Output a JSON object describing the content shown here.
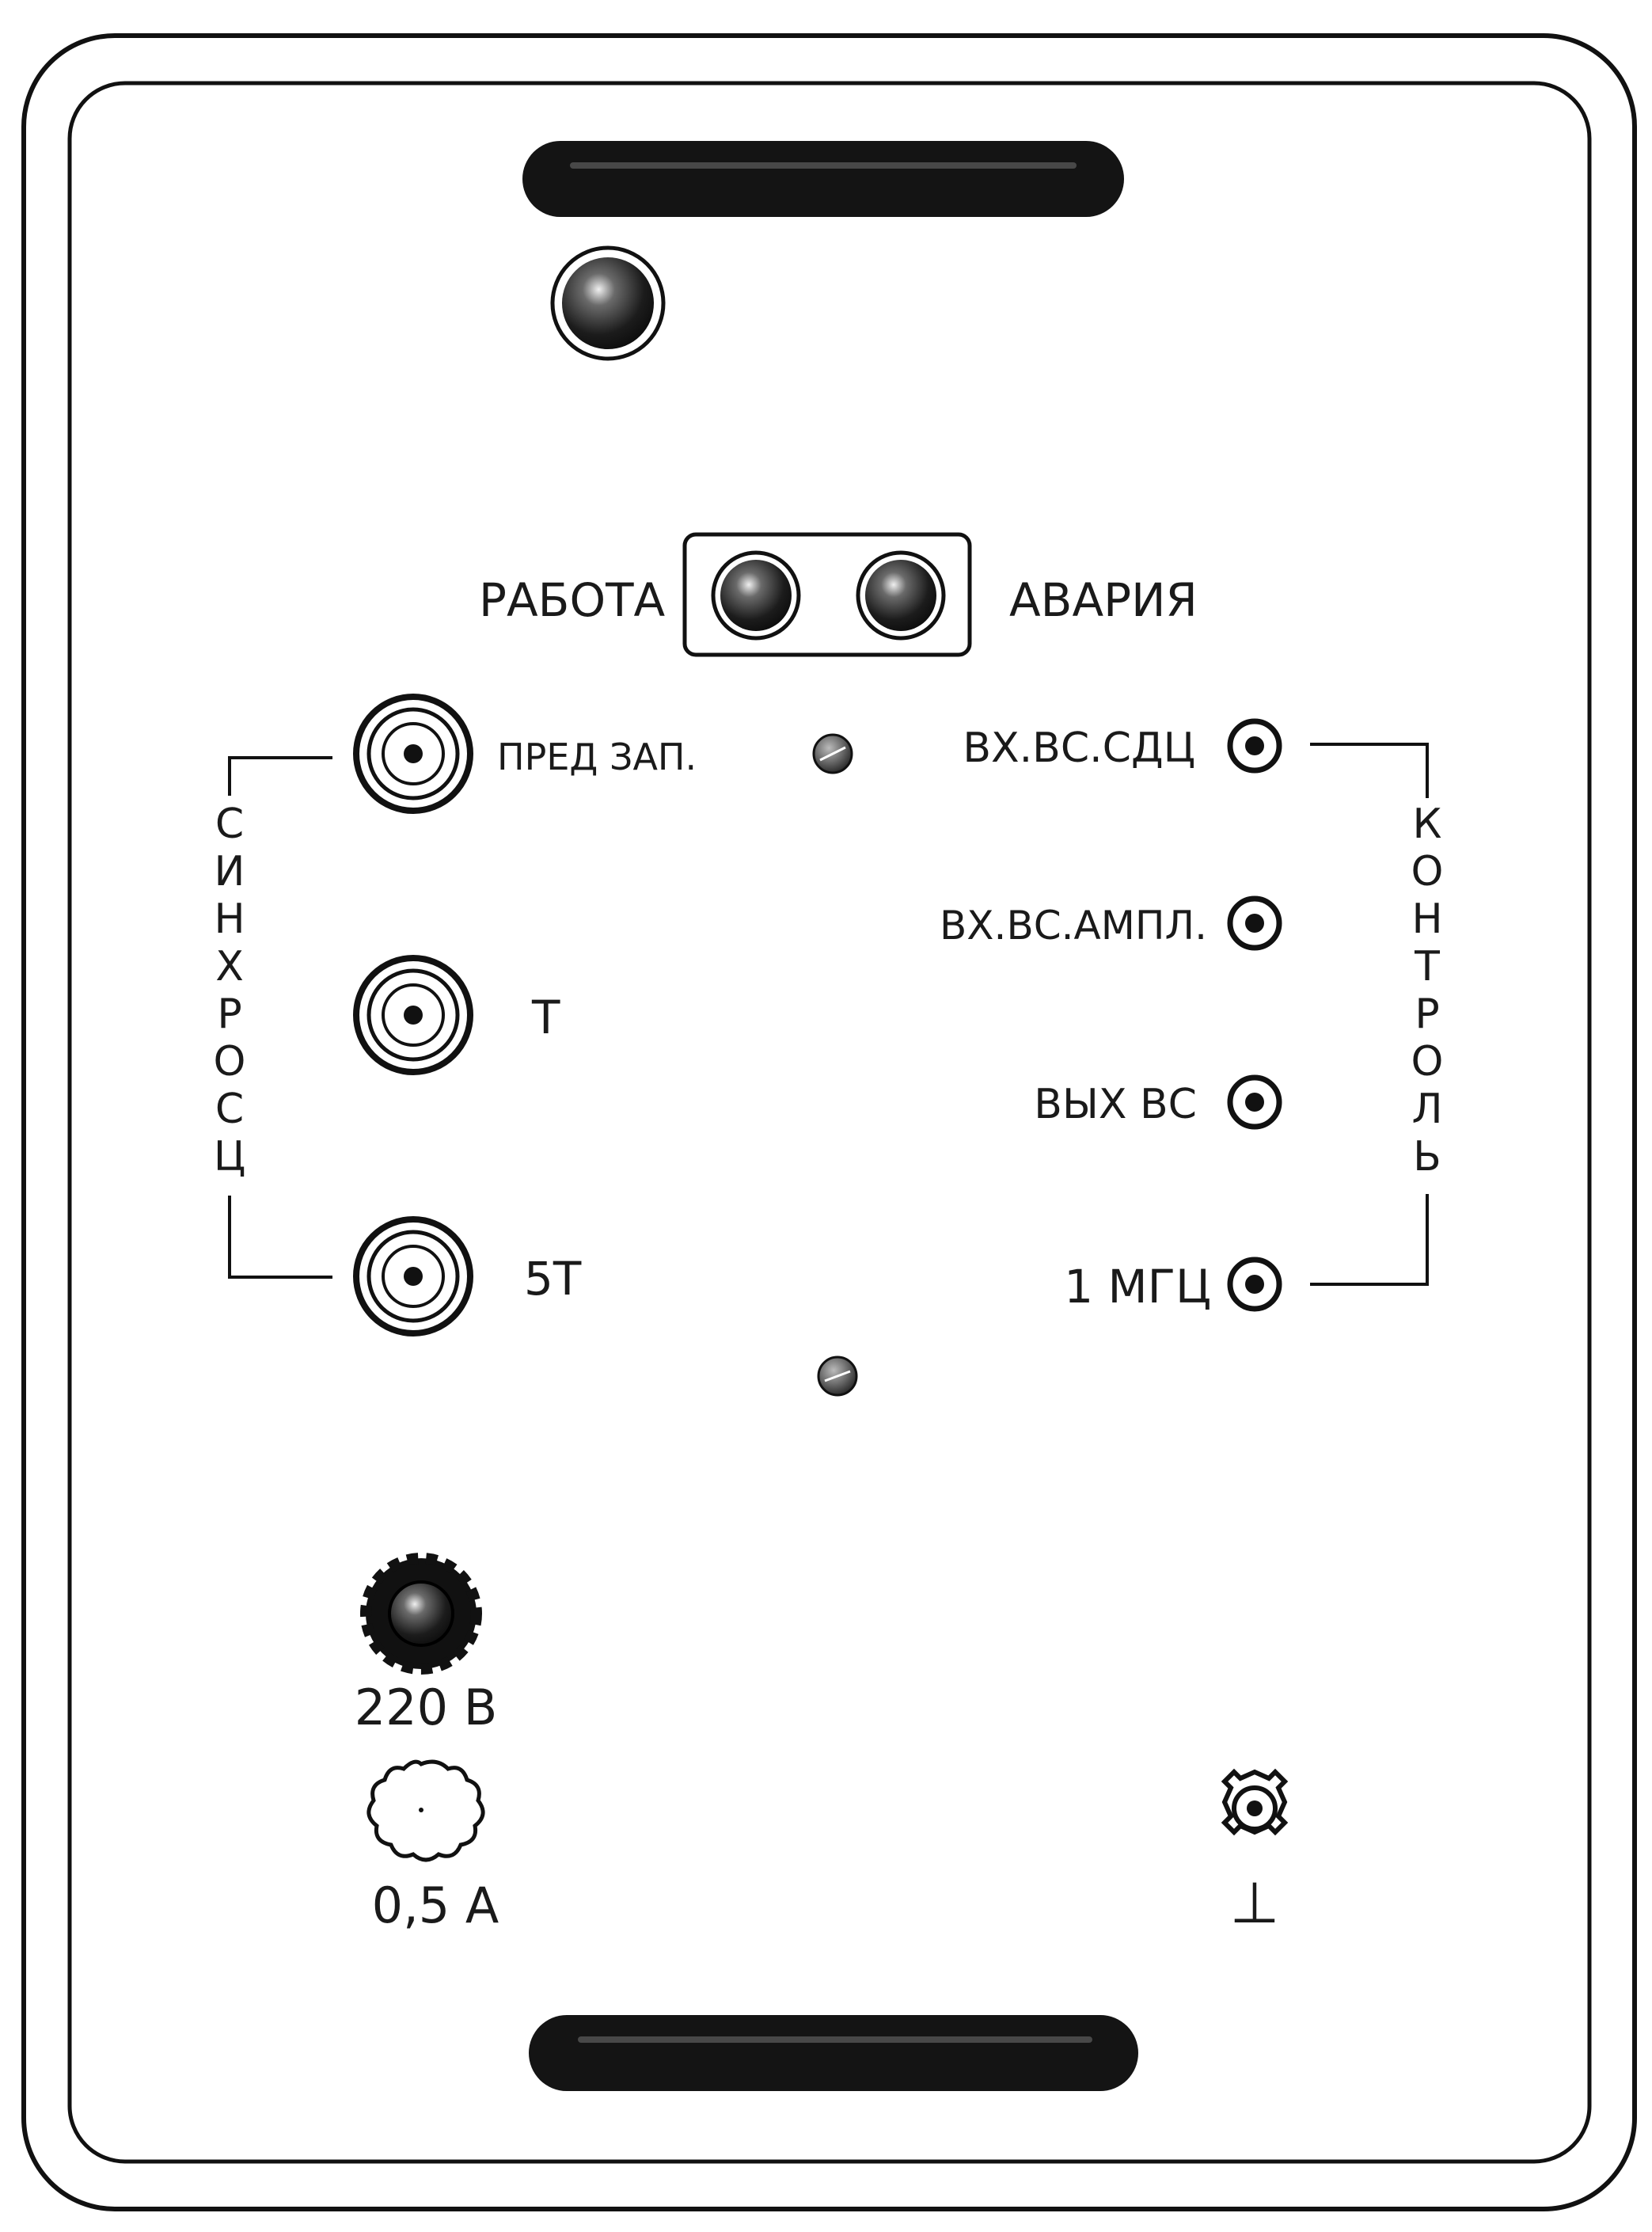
{
  "colors": {
    "ink": "#111111",
    "paper": "#ffffff",
    "knob_dark": "#1c1c1c",
    "knob_light": "#e8e8e8"
  },
  "indicators": {
    "work": "РАБОТА",
    "alarm": "АВАРИЯ"
  },
  "sync_group": {
    "title_letters": [
      "С",
      "И",
      "Н",
      "Х",
      "Р",
      "О",
      "С",
      "Ц"
    ],
    "connectors": [
      {
        "label": "ПРЕД ЗАП."
      },
      {
        "label": "Т"
      },
      {
        "label": "5Т"
      }
    ]
  },
  "control_group": {
    "title_letters": [
      "К",
      "О",
      "Н",
      "Т",
      "Р",
      "О",
      "Л",
      "Ь"
    ],
    "jacks": [
      {
        "label": "ВХ.ВС.СДЦ"
      },
      {
        "label": "ВХ.ВС.АМПЛ."
      },
      {
        "label": "ВЫХ ВС"
      },
      {
        "label": "1 МГЦ"
      }
    ]
  },
  "power": {
    "voltage": "220 В",
    "fuse": "0,5 А"
  },
  "ground": {
    "symbol": "⊥"
  },
  "icons": [
    "handle-icon",
    "pilot-lamp-icon",
    "indicator-lamp-icon",
    "coax-connector-icon",
    "test-jack-icon",
    "screw-icon",
    "power-connector-icon",
    "fuse-holder-icon",
    "ground-terminal-icon"
  ]
}
